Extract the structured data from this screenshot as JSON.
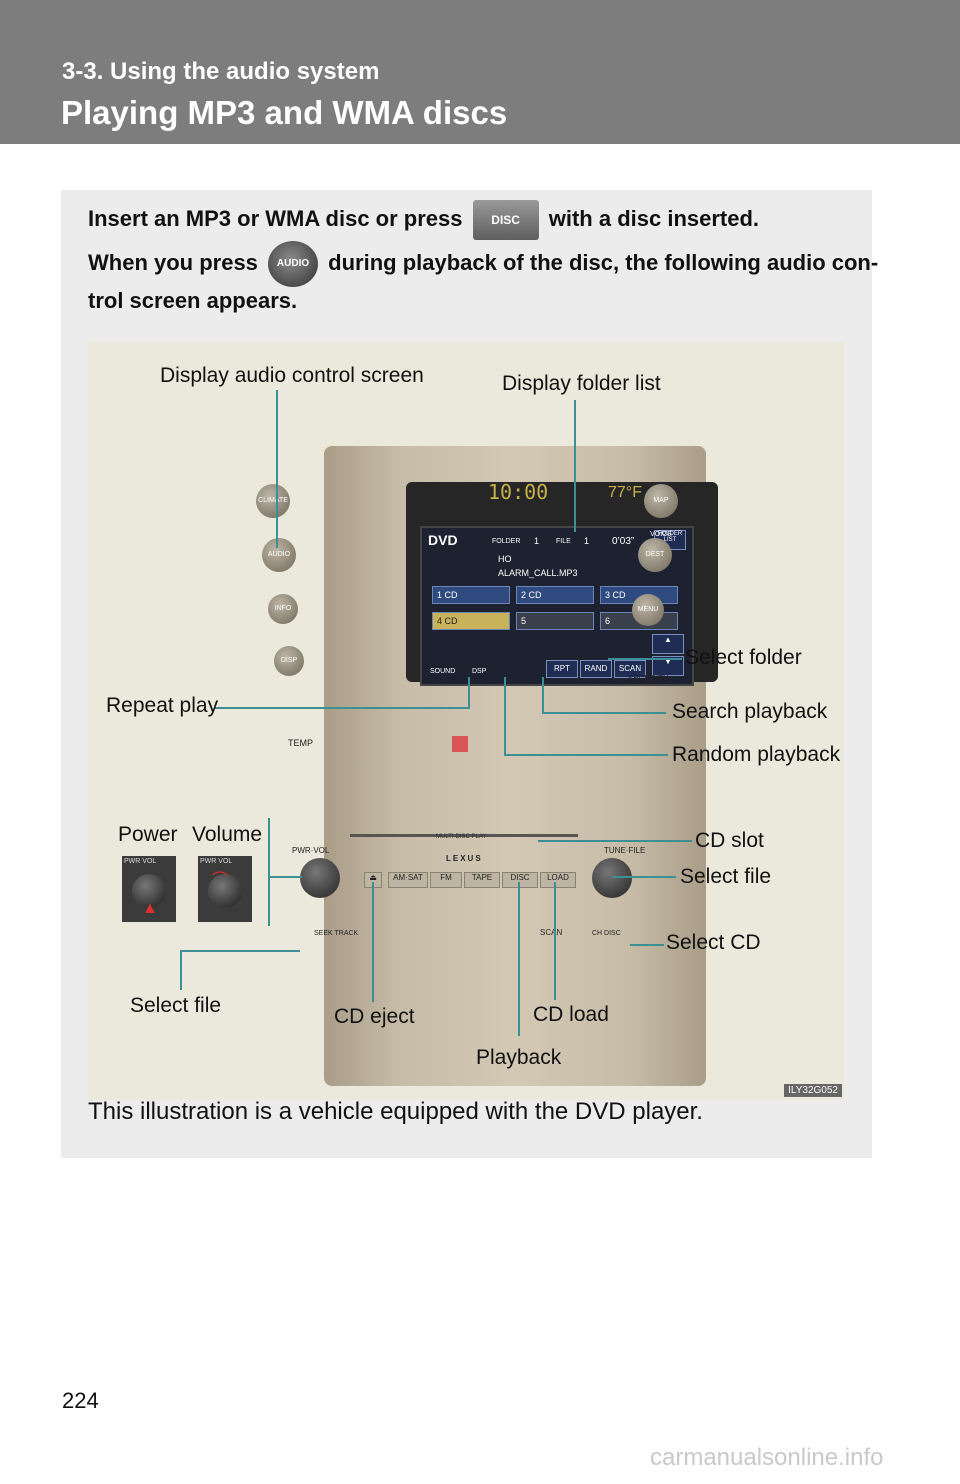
{
  "header": {
    "section": "3-3. Using the audio system",
    "title": "Playing MP3 and WMA discs"
  },
  "intro": {
    "line1_a": "Insert an MP3 or WMA disc or press",
    "disc_button": "DISC",
    "line1_b": "with a disc inserted.",
    "line2_a": "When you press",
    "audio_button": "AUDIO",
    "line2_b": "during playback of the disc, the following audio con-",
    "line3": "trol screen appears."
  },
  "figure": {
    "callouts": {
      "display_audio": "Display audio control screen",
      "display_folder": "Display folder list",
      "select_folder": "Select folder",
      "repeat_play": "Repeat play",
      "search_playback": "Search playback",
      "random_playback": "Random playback",
      "power": "Power",
      "volume": "Volume",
      "cd_slot": "CD slot",
      "select_file_right": "Select file",
      "select_cd": "Select CD",
      "select_file_left": "Select file",
      "cd_eject": "CD eject",
      "cd_load": "CD load",
      "playback": "Playback"
    },
    "screen": {
      "clock": "10:00",
      "outside_temp": "77°F",
      "source": "DVD",
      "folder_label": "FOLDER",
      "folder_num": "1",
      "file_label": "FILE",
      "file_num": "1",
      "time": "0’03”",
      "folder_name": "HO",
      "file_name": "ALARM_CALL.MP3",
      "cd_slots": [
        "1 CD",
        "2 CD",
        "3 CD",
        "4 CD",
        "5",
        "6"
      ],
      "keys": [
        "RPT",
        "RAND",
        "SCAN"
      ],
      "folder_list": "FOLDER LIST",
      "sound": "SOUND",
      "dsp": "DSP"
    },
    "panel_buttons": {
      "climate": "CLIMATE",
      "audio": "AUDIO",
      "info": "INFO",
      "disp": "DISP",
      "map": "MAP VOICE",
      "dest": "DEST",
      "menu": "MENU",
      "security": "SECURITY",
      "temp": "TEMP",
      "pwr_vol": "PWR·VOL",
      "tune_file": "TUNE·FILE",
      "multi_disc": "MULTI-DISC PLAY",
      "brand": "LEXUS",
      "seek": "SEEK TRACK",
      "ch_disc": "CH DISC",
      "scan": "SCAN",
      "radio_row": [
        "AM·SAT",
        "FM",
        "TAPE",
        "DISC",
        "LOAD"
      ]
    },
    "inset_label": "PWR VOL",
    "figure_id": "ILY32G052"
  },
  "caption": "This illustration is a vehicle equipped with the DVD player.",
  "page_number": "224",
  "watermark": "carmanualsonline.info"
}
